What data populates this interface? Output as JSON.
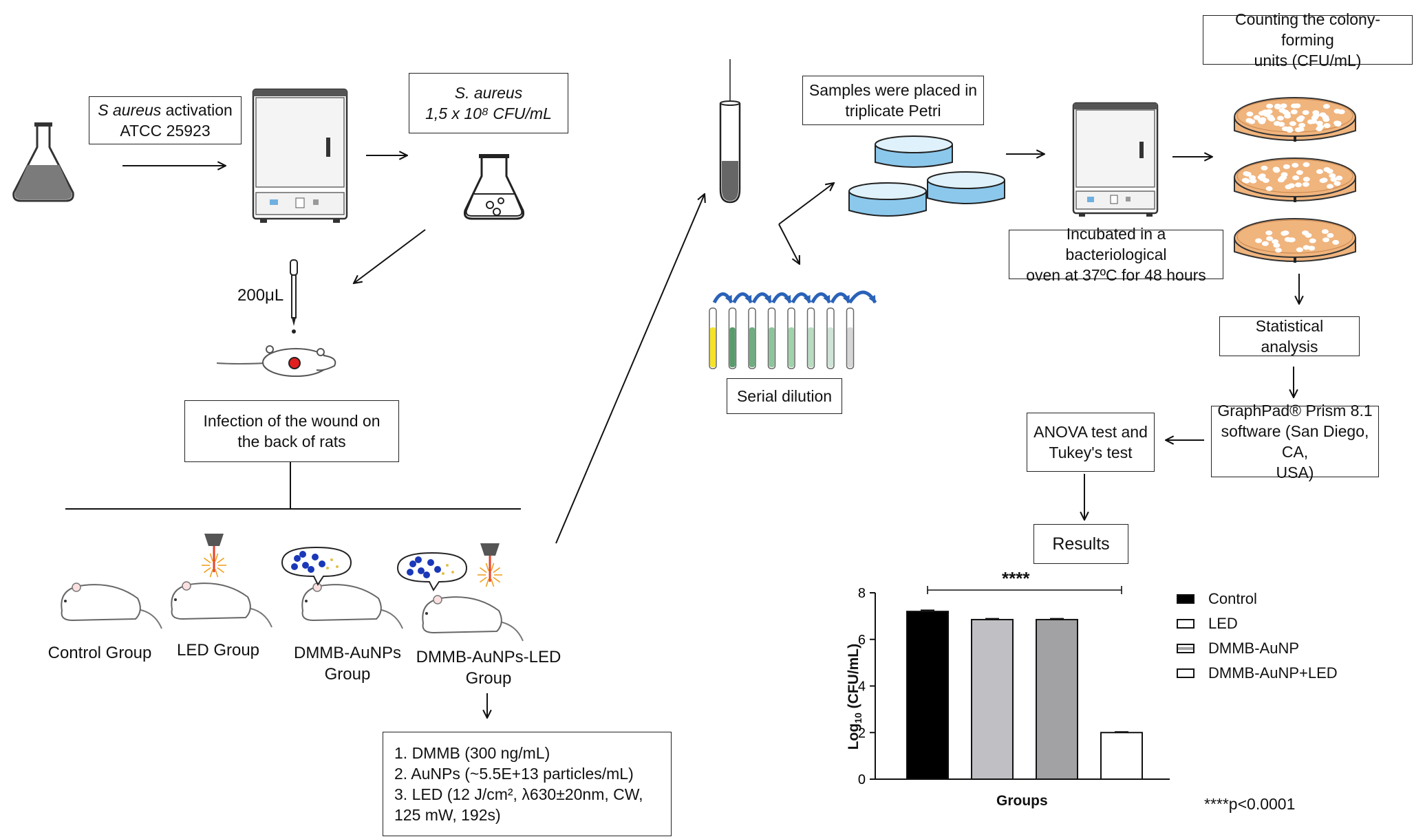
{
  "workflow": {
    "activation": {
      "line1_italic": "S aureus",
      "line1_rest": " activation",
      "line2": "ATCC 25923"
    },
    "inoculum": {
      "line1": "S. aureus",
      "line2": "1,5 x 10⁸ CFU/mL"
    },
    "volume": "200μL",
    "infection": {
      "line1": "Infection of the wound on",
      "line2": "the back of rats"
    },
    "groups": [
      {
        "line1": "Control Group",
        "line2": ""
      },
      {
        "line1": "LED Group",
        "line2": ""
      },
      {
        "line1": "DMMB-AuNPs",
        "line2": "Group"
      },
      {
        "line1": "DMMB-AuNPs-LED",
        "line2": "Group"
      }
    ],
    "params": [
      "1. DMMB (300 ng/mL)",
      "2. AuNPs (~5.5E+13 particles/mL)",
      "3. LED (12 J/cm², λ630±20nm, CW,",
      "125 mW, 192s)"
    ],
    "serial_dilution": "Serial dilution",
    "petri": {
      "line1": "Samples were placed in",
      "line2": "triplicate Petri"
    },
    "incubation": {
      "line1": "Incubated in a bacteriological",
      "line2": "oven at 37ºC for 48 hours"
    },
    "counting": {
      "line1": "Counting the colony-forming",
      "line2": "units (CFU/mL)"
    },
    "stats": "Statistical analysis",
    "software": {
      "line1": "GraphPad® Prism 8.1",
      "line2": "software (San Diego, CA,",
      "line3": "USA)"
    },
    "tests": {
      "line1": "ANOVA test and",
      "line2": "Tukey's test"
    },
    "results": "Results"
  },
  "colors": {
    "control": "#000000",
    "led": "#c0bfc4",
    "dmmb_aunp": "#a2a1a3",
    "dmmb_aunp_led": "#ffffff",
    "agar": "#f0b47d",
    "petri_liquid": "#8cc8ec",
    "nanoparticle": "#1a38b8",
    "laser": "#e8402a",
    "arc_arrow": "#2a62b8"
  },
  "chart_data": {
    "type": "bar",
    "categories": [
      "Control",
      "LED",
      "DMMB-AuNP",
      "DMMB-AuNP+LED"
    ],
    "series": [
      {
        "values": [
          7.2,
          6.85,
          6.85,
          2.0
        ],
        "errors": [
          0.05,
          0.04,
          0.04,
          0.03
        ]
      }
    ],
    "xlabel": "Groups",
    "ylabel_main": "Log",
    "ylabel_sub": "10",
    "ylabel_rest": " (CFU/mL)",
    "ylim": [
      0,
      8
    ],
    "yticks": [
      0,
      2,
      4,
      6,
      8
    ],
    "legend": [
      "Control",
      "LED",
      "DMMB-AuNP",
      "DMMB-AuNP+LED"
    ],
    "legend_position": "right",
    "significance": "****",
    "pvalue_note": "****p<0.0001"
  }
}
